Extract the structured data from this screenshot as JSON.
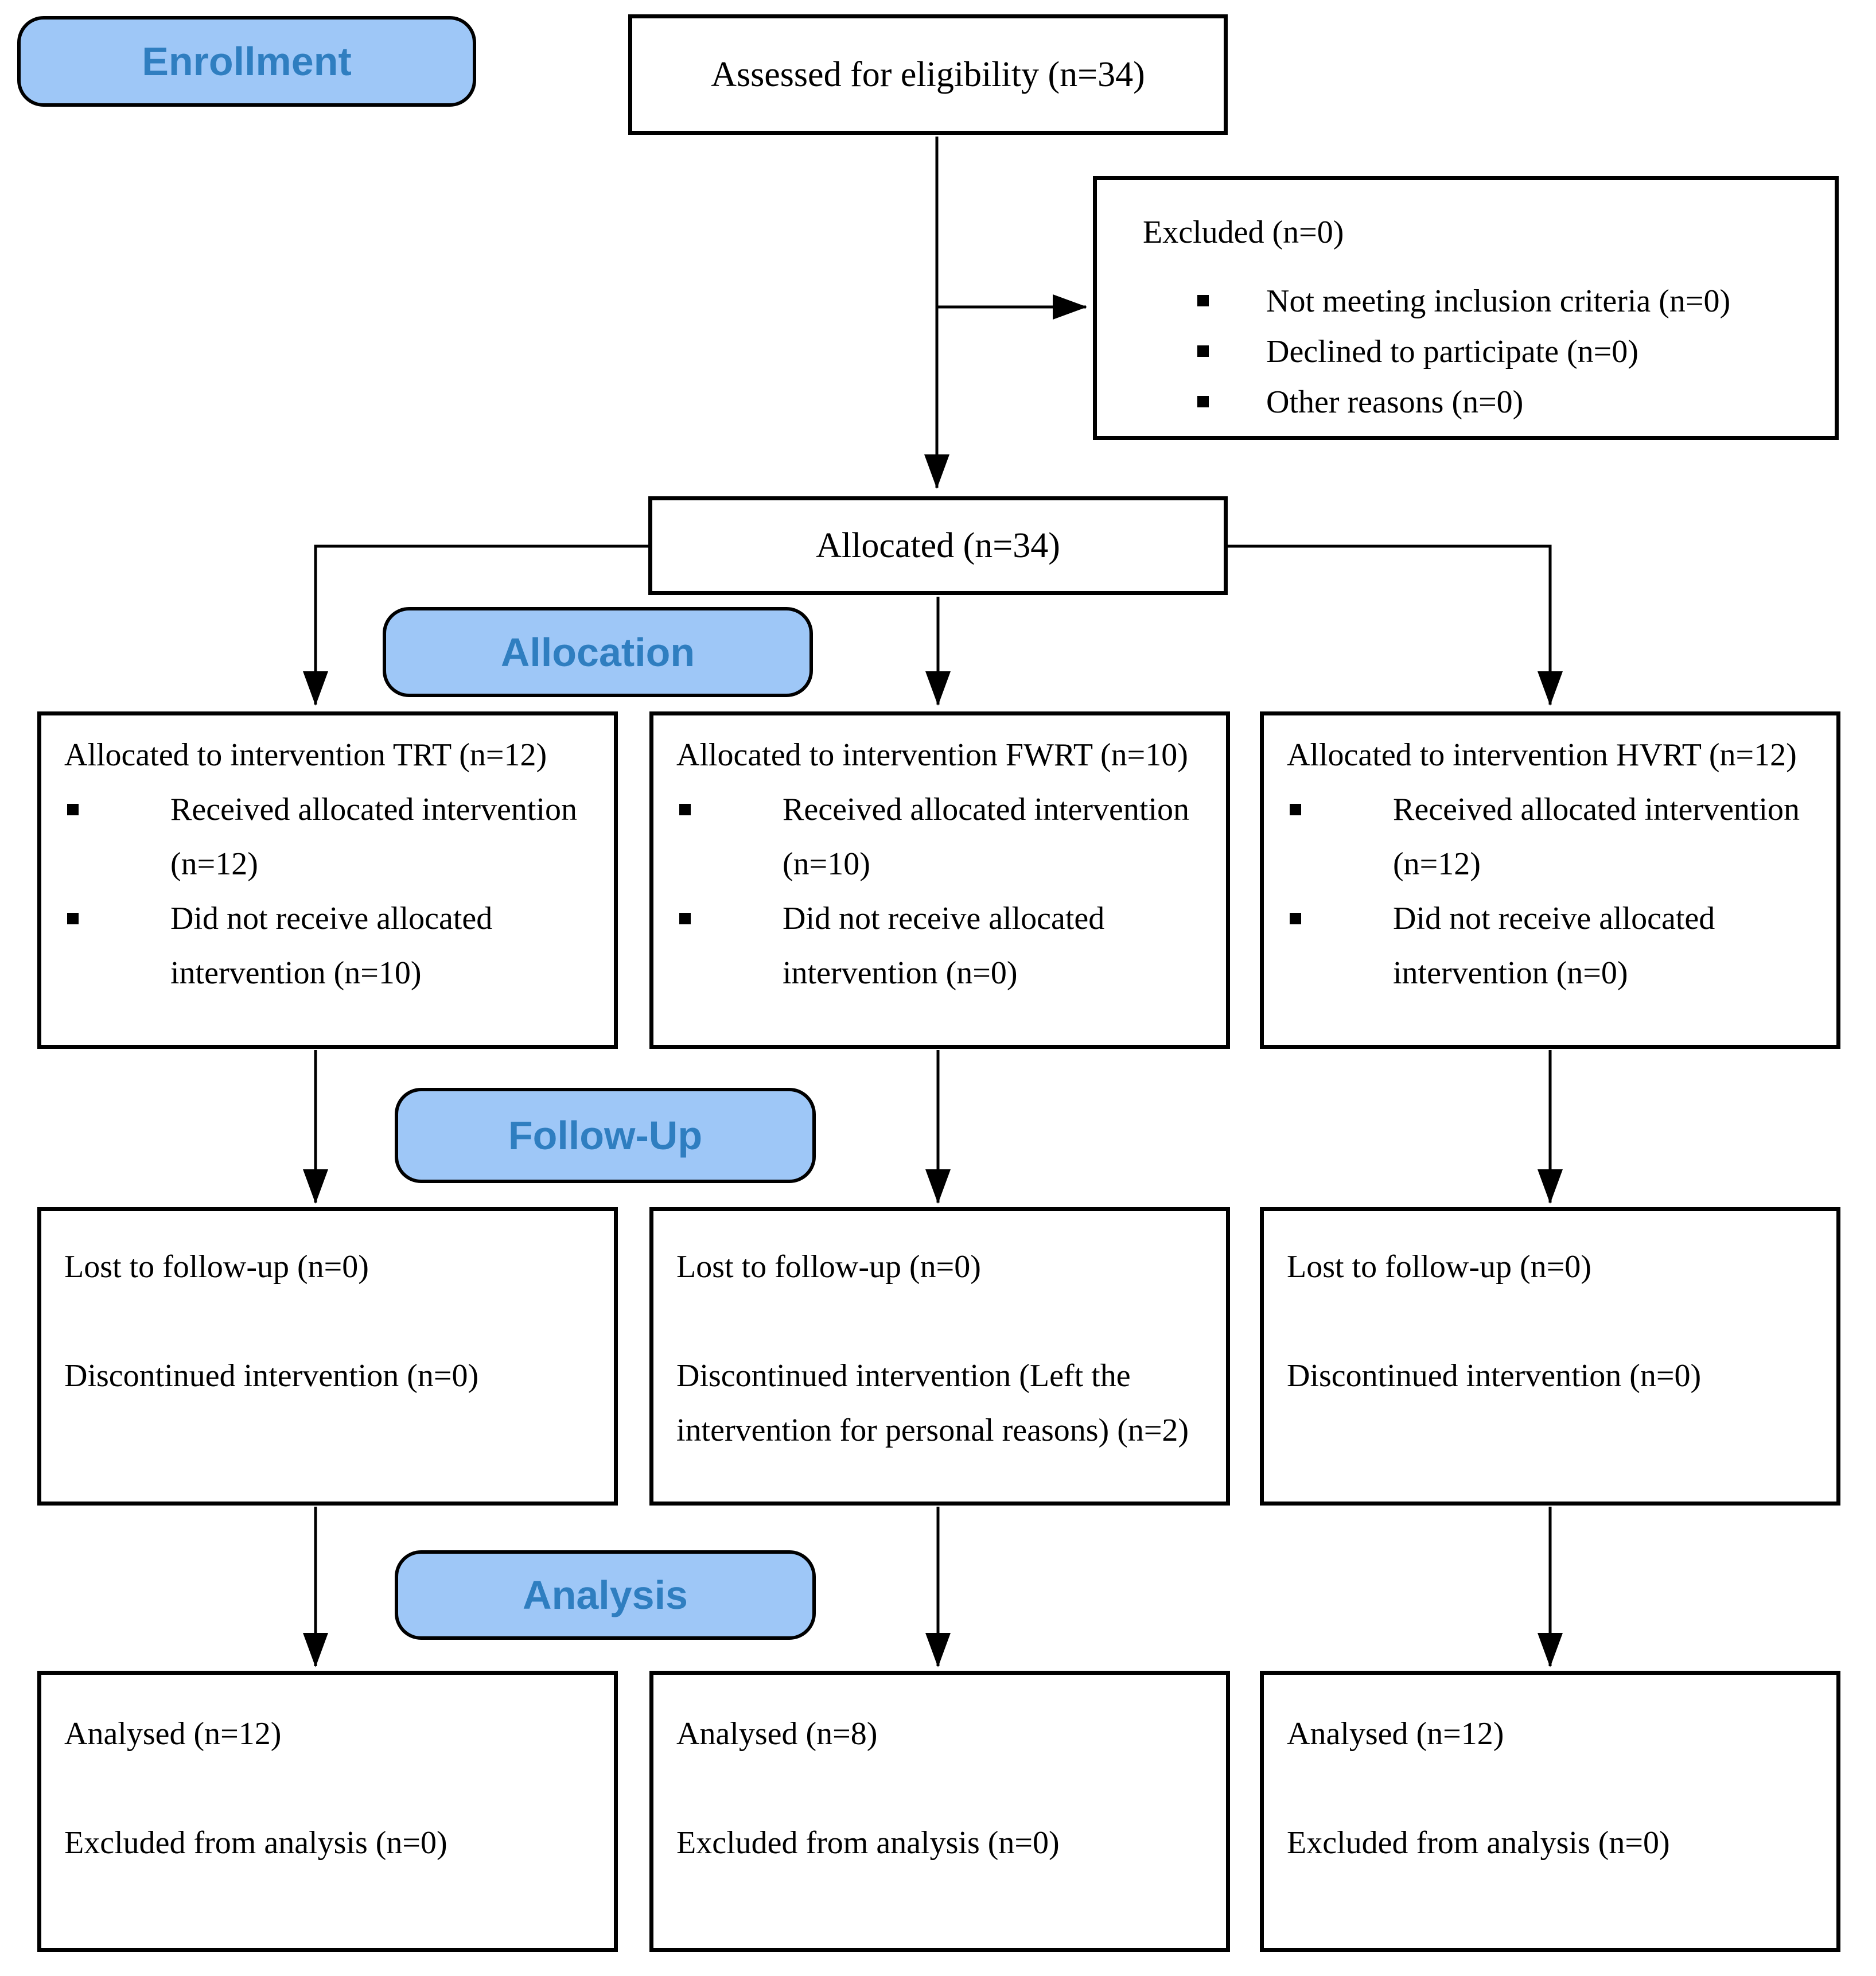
{
  "diagram": {
    "badges": {
      "enrollment": "Enrollment",
      "allocation": "Allocation",
      "followup": "Follow-Up",
      "analysis": "Analysis"
    },
    "assessed_text": "Assessed for eligibility (n=34)",
    "excluded": {
      "title": "Excluded (n=0)",
      "items": [
        "Not meeting inclusion criteria (n=0)",
        "Declined to participate (n=0)",
        "Other reasons (n=0)"
      ]
    },
    "allocated_text": "Allocated (n=34)",
    "allocation_boxes": [
      {
        "title": "Allocated to intervention TRT (n=12)",
        "items": [
          "Received allocated intervention (n=12)",
          "Did not receive allocated intervention (n=10)"
        ]
      },
      {
        "title": "Allocated to intervention FWRT (n=10)",
        "items": [
          "Received allocated intervention (n=10)",
          "Did not receive allocated intervention (n=0)"
        ]
      },
      {
        "title": "Allocated to intervention HVRT (n=12)",
        "items": [
          "Received allocated intervention (n=12)",
          "Did not receive allocated intervention (n=0)"
        ]
      }
    ],
    "followup_boxes": [
      {
        "line1": "Lost to follow-up (n=0)",
        "line2": "Discontinued intervention (n=0)"
      },
      {
        "line1": "Lost to follow-up (n=0)",
        "line2": "Discontinued intervention (Left the intervention for personal reasons) (n=2)"
      },
      {
        "line1": "Lost to follow-up (n=0)",
        "line2": "Discontinued intervention (n=0)"
      }
    ],
    "analysis_boxes": [
      {
        "line1": "Analysed (n=12)",
        "line2": "Excluded from analysis (n=0)"
      },
      {
        "line1": "Analysed (n=8)",
        "line2": "Excluded from analysis (n=0)"
      },
      {
        "line1": "Analysed (n=12)",
        "line2": "Excluded from analysis (n=0)"
      }
    ],
    "colors": {
      "badge_fill": "#9EC7F7",
      "badge_text": "#2F7EC0",
      "box_border": "#000000",
      "box_fill": "#FFFFFF"
    }
  }
}
